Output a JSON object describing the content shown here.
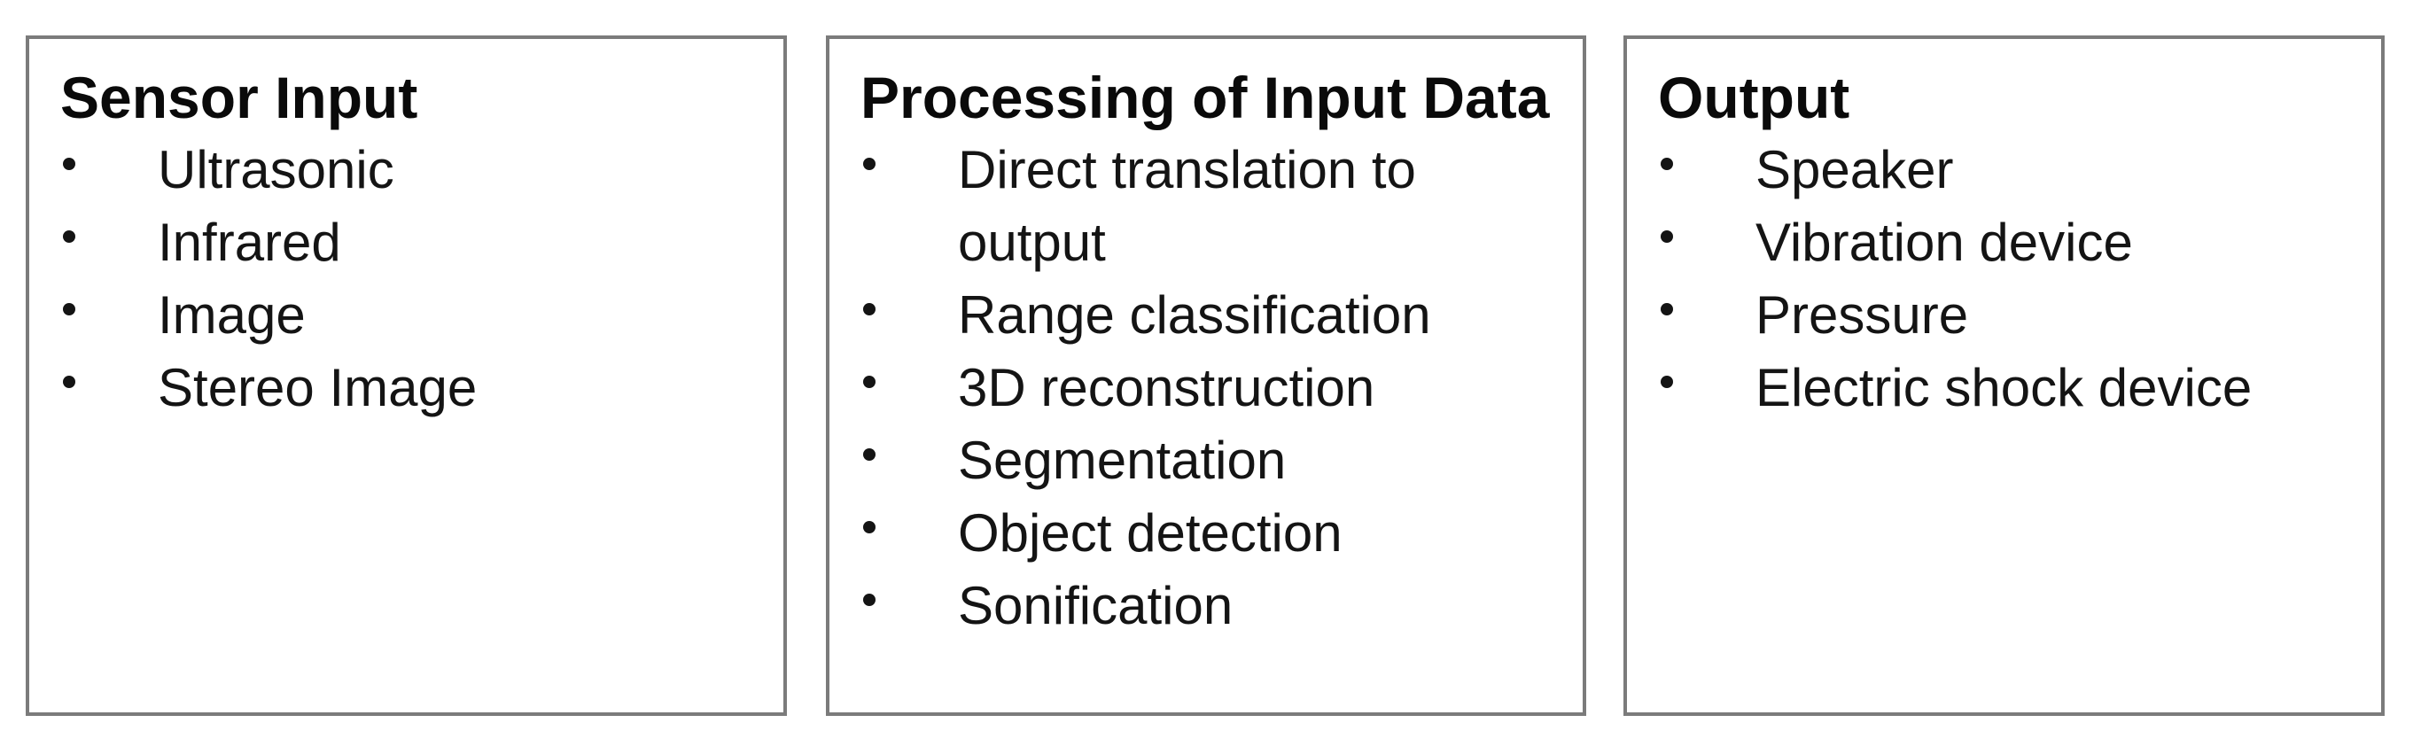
{
  "style": {
    "background": "#ffffff",
    "panel_border_color": "#7b7b7b",
    "text_color": "#0d0d0d",
    "bullet_color": "#141414"
  },
  "boxes": [
    {
      "title": "Sensor Input",
      "items": [
        "Ultrasonic",
        "Infrared",
        "Image",
        "Stereo Image"
      ]
    },
    {
      "title": "Processing of Input Data",
      "items": [
        "Direct translation to output",
        "Range classification",
        "3D reconstruction",
        "Segmentation",
        "Object detection",
        "Sonification"
      ]
    },
    {
      "title": "Output",
      "items": [
        "Speaker",
        "Vibration device",
        "Pressure",
        "Electric shock device"
      ]
    }
  ]
}
